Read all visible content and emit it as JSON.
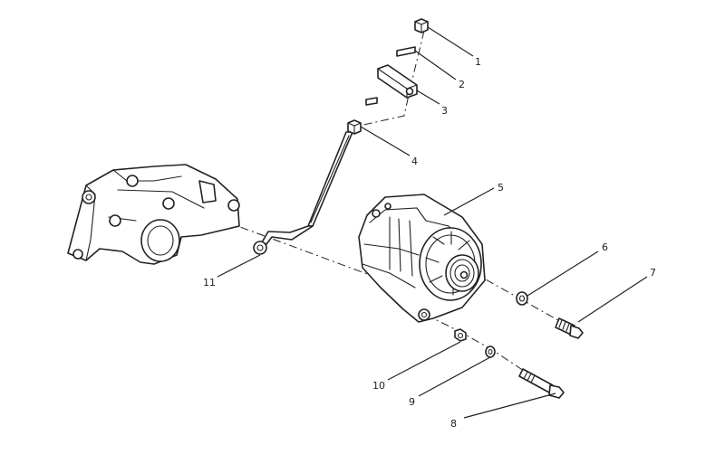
{
  "diagram": {
    "callouts": [
      {
        "id": "1",
        "label": "1"
      },
      {
        "id": "2",
        "label": "2"
      },
      {
        "id": "3",
        "label": "3"
      },
      {
        "id": "4",
        "label": "4"
      },
      {
        "id": "5",
        "label": "5"
      },
      {
        "id": "6",
        "label": "6"
      },
      {
        "id": "7",
        "label": "7"
      },
      {
        "id": "8",
        "label": "8"
      },
      {
        "id": "9",
        "label": "9"
      },
      {
        "id": "10",
        "label": "10"
      },
      {
        "id": "11",
        "label": "11"
      }
    ],
    "parts": [
      {
        "callout": "1",
        "icon": "nut-icon"
      },
      {
        "callout": "2",
        "icon": "washer-icon"
      },
      {
        "callout": "3",
        "icon": "spacer-icon"
      },
      {
        "callout": "4",
        "icon": "nut-icon"
      },
      {
        "callout": "5",
        "icon": "alternator-icon"
      },
      {
        "callout": "6",
        "icon": "washer-icon"
      },
      {
        "callout": "7",
        "icon": "bolt-icon"
      },
      {
        "callout": "8",
        "icon": "bolt-icon"
      },
      {
        "callout": "9",
        "icon": "washer-icon"
      },
      {
        "callout": "10",
        "icon": "nut-icon"
      },
      {
        "callout": "11",
        "icon": "adjusting-rod-icon"
      }
    ],
    "bracket_icon": "mounting-bracket-icon"
  }
}
